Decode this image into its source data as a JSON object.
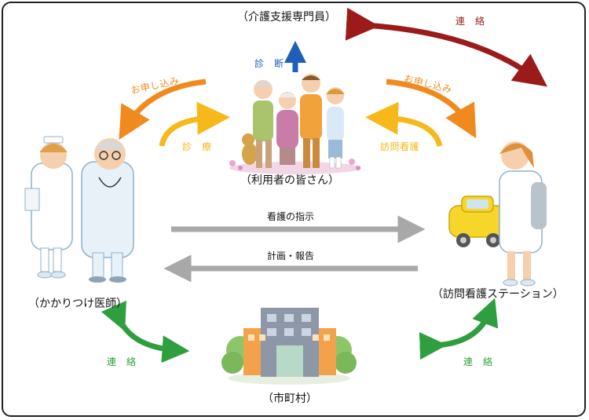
{
  "nodes": {
    "care_manager": "（介護支援専門員）",
    "users": "（利用者の皆さん）",
    "doctor": "（かかりつけ医師）",
    "station": "（訪問看護ステーション）",
    "city": "（市町村）"
  },
  "arrow_labels": {
    "renraku_top": "連　絡",
    "shindan": "診　断",
    "apply_left": "お申し込み",
    "apply_right": "お申し込み",
    "shinryo": "診　療",
    "houmon": "訪問看護",
    "kango_shiji": "看護の指示",
    "keikaku": "計画・報告",
    "renraku_left": "連　絡",
    "renraku_right": "連　絡"
  },
  "colors": {
    "dark_red": "#9b1a1a",
    "orange": "#f08a1e",
    "yellow": "#f6b81a",
    "blue": "#1f5fb8",
    "gray": "#a8a8a8",
    "green": "#2e9e3e"
  }
}
